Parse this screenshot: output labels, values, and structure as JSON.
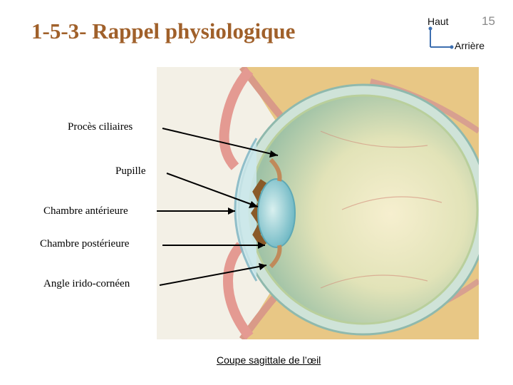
{
  "slide": {
    "title": "1-5-3- Rappel physiologique",
    "number": "15"
  },
  "orientation": {
    "up_label": "Haut",
    "back_label": "Arrière"
  },
  "labels": {
    "ciliary": "Procès ciliaires",
    "pupil": "Pupille",
    "anterior_chamber": "Chambre antérieure",
    "posterior_chamber": "Chambre postérieure",
    "iridocorneal_angle": "Angle irido-cornéen"
  },
  "caption": "Coupe sagittale de l’œil",
  "colors": {
    "title": "#a0602a",
    "orientation_axis": "#3d6fb0"
  }
}
